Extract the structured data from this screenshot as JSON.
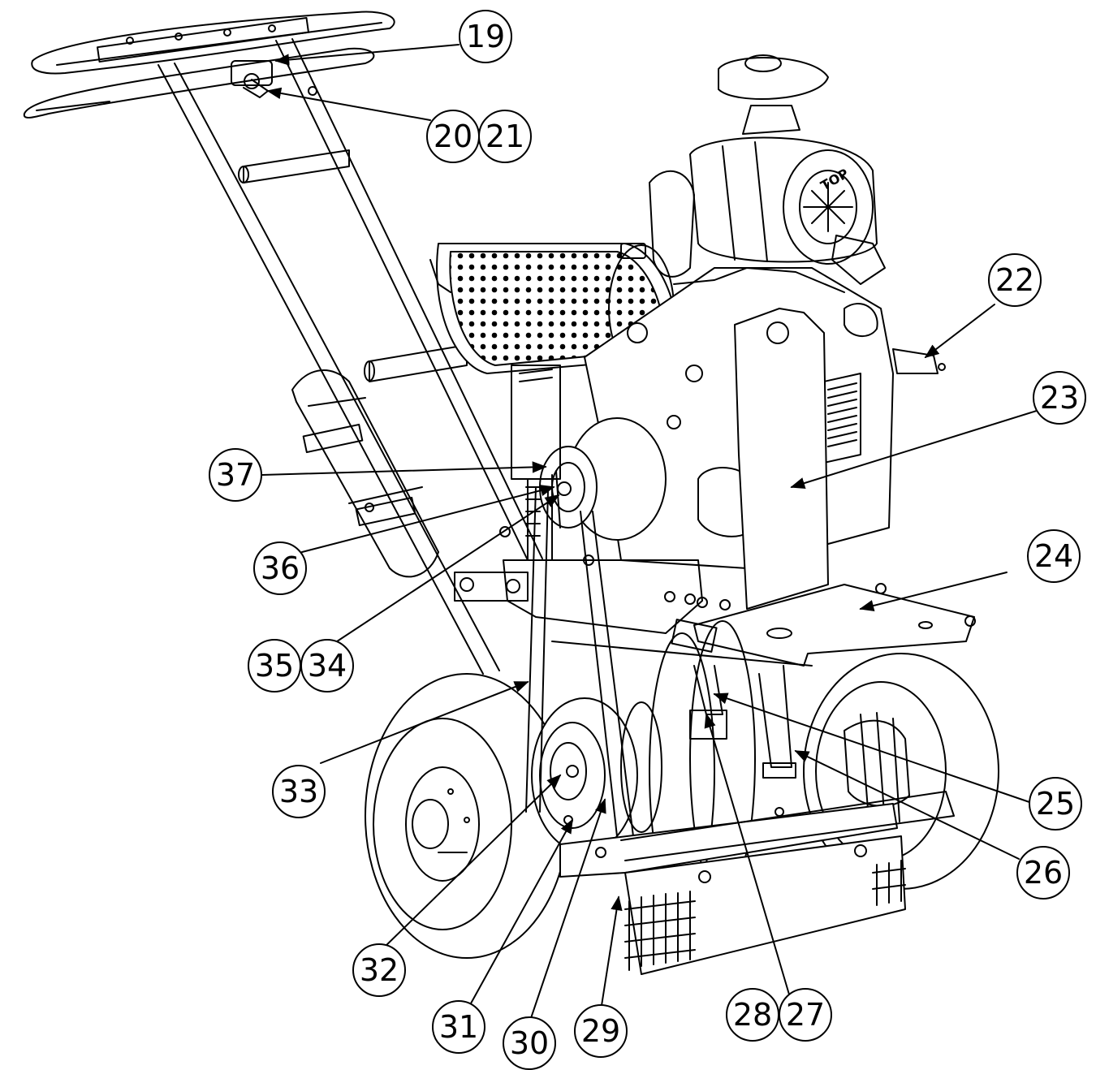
{
  "diagram": {
    "callouts": [
      {
        "id": "c19",
        "label": "19"
      },
      {
        "id": "c20",
        "label": "20"
      },
      {
        "id": "c21",
        "label": "21"
      },
      {
        "id": "c22",
        "label": "22"
      },
      {
        "id": "c23",
        "label": "23"
      },
      {
        "id": "c24",
        "label": "24"
      },
      {
        "id": "c25",
        "label": "25"
      },
      {
        "id": "c26",
        "label": "26"
      },
      {
        "id": "c27",
        "label": "27"
      },
      {
        "id": "c28",
        "label": "28"
      },
      {
        "id": "c29",
        "label": "29"
      },
      {
        "id": "c30",
        "label": "30"
      },
      {
        "id": "c31",
        "label": "31"
      },
      {
        "id": "c32",
        "label": "32"
      },
      {
        "id": "c33",
        "label": "33"
      },
      {
        "id": "c34",
        "label": "34"
      },
      {
        "id": "c35",
        "label": "35"
      },
      {
        "id": "c36",
        "label": "36"
      },
      {
        "id": "c37",
        "label": "37"
      }
    ],
    "air_cleaner_text": "TOP"
  }
}
